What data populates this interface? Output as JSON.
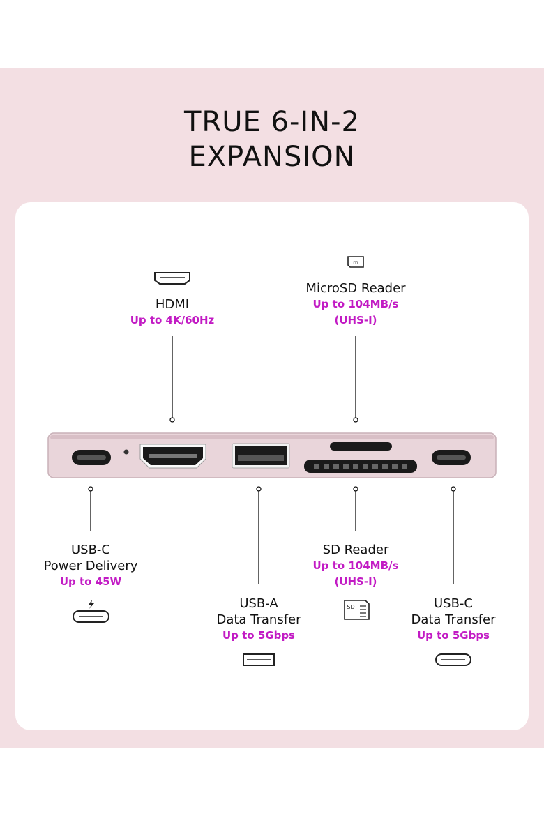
{
  "title": {
    "line1": "TRUE 6-IN-2",
    "line2": "EXPANSION"
  },
  "colors": {
    "band": "#f3dfe3",
    "card": "#ffffff",
    "accent": "#c21bc4",
    "hub_body": "#e9d5da"
  },
  "ports": {
    "hdmi": {
      "name": "HDMI",
      "spec": "Up to 4K/60Hz",
      "icon": "hdmi-port-icon"
    },
    "microsd": {
      "name": "MicroSD Reader",
      "spec1": "Up to 104MB/s",
      "spec2": "(UHS-I)",
      "icon": "microsd-card-icon",
      "icon_letter": "m"
    },
    "usbc_pd": {
      "name1": "USB-C",
      "name2": "Power Delivery",
      "spec": "Up to 45W",
      "icon": "usb-c-power-icon"
    },
    "usba": {
      "name1": "USB-A",
      "name2": "Data Transfer",
      "spec": "Up to 5Gbps",
      "icon": "usb-a-port-icon"
    },
    "sd": {
      "name": "SD Reader",
      "spec1": "Up to 104MB/s",
      "spec2": "(UHS-I)",
      "icon": "sd-card-icon",
      "icon_letter": "SD"
    },
    "usbc_data": {
      "name1": "USB-C",
      "name2": "Data Transfer",
      "spec": "Up to 5Gbps",
      "icon": "usb-c-port-icon"
    }
  }
}
